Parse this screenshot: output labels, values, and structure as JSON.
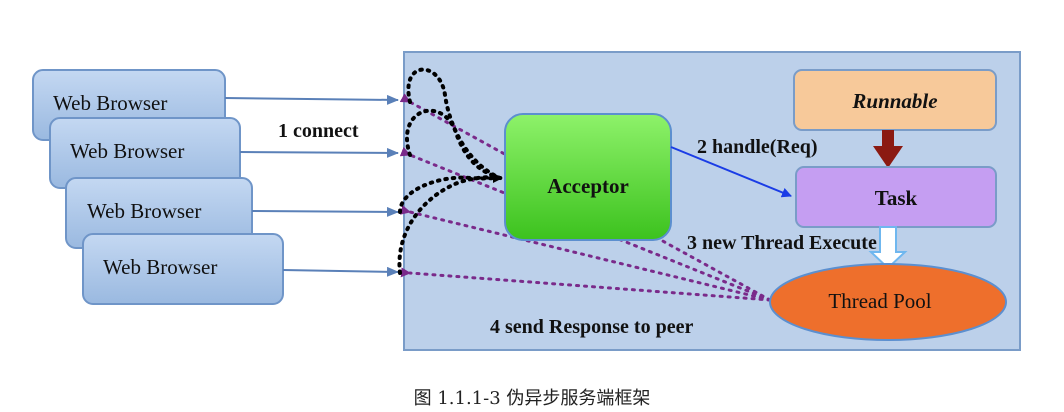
{
  "diagram": {
    "browsers": [
      {
        "label": "Web Browser"
      },
      {
        "label": "Web Browser"
      },
      {
        "label": "Web Browser"
      },
      {
        "label": "Web Browser"
      }
    ],
    "acceptor": {
      "label": "Acceptor"
    },
    "runnable": {
      "label": "Runnable"
    },
    "task": {
      "label": "Task"
    },
    "thread_pool": {
      "label": "Thread Pool"
    },
    "steps": {
      "connect": "1 connect",
      "handle": "2 handle(Req)",
      "thread_execute": "3 new Thread Execute",
      "send_response": "4 send Response to peer"
    },
    "colors": {
      "server_fill": "#bcd0ea",
      "browser_fill": "#a8c4e6",
      "acceptor_fill": "#5ed33a",
      "runnable_fill": "#f7c99a",
      "task_fill": "#c59ef2",
      "thread_pool_fill": "#ee6f2c",
      "response_arrow": "#7a2a8a",
      "handle_arrow": "#1a3ce6",
      "runnable_arrow": "#8b1a12"
    }
  },
  "caption": "图 1.1.1-3  伪异步服务端框架"
}
